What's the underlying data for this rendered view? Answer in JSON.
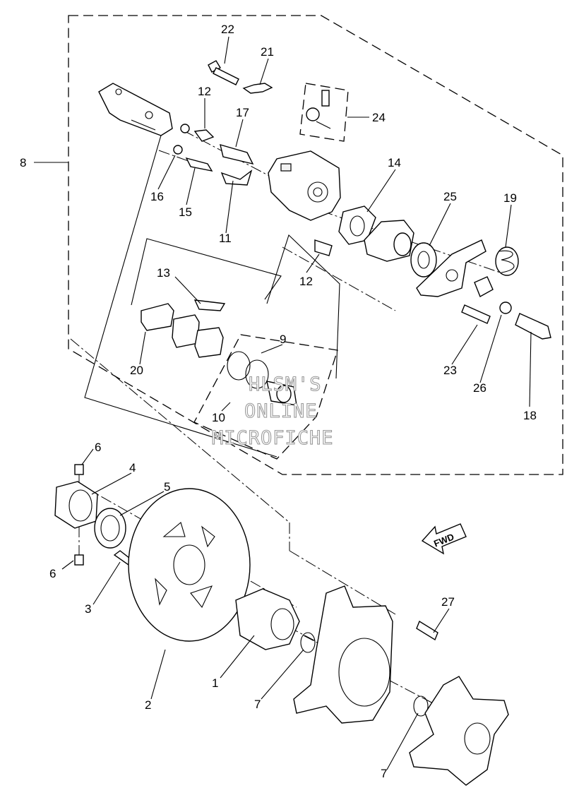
{
  "diagram": {
    "forward_marker": "FWD",
    "labels": {
      "1": "1",
      "2": "2",
      "3": "3",
      "4": "4",
      "5": "5",
      "6a": "6",
      "6b": "6",
      "7a": "7",
      "7b": "7",
      "8": "8",
      "9": "9",
      "10": "10",
      "11": "11",
      "12a": "12",
      "12b": "12",
      "13": "13",
      "14": "14",
      "15": "15",
      "16": "16",
      "17": "17",
      "18": "18",
      "19": "19",
      "20": "20",
      "21": "21",
      "22": "22",
      "23": "23",
      "24": "24",
      "25": "25",
      "26": "26",
      "27": "27"
    }
  },
  "watermark": {
    "line1": "HLSM'S",
    "line2": "ONLINE",
    "line3": "MICROFICHE"
  }
}
